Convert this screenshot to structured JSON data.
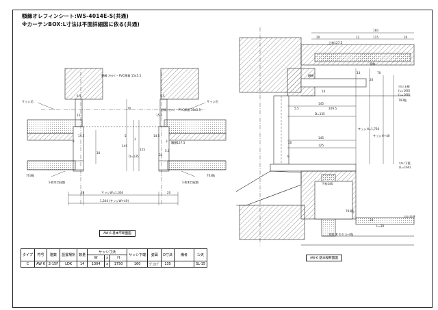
{
  "header": {
    "title1": "額縁オレフィンシート:WS-4014E-S(共通)",
    "title2": "※カーテンBOX:L寸法は平面詳細図に依る(共通)"
  },
  "plan": {
    "label_sash_left": "サッシ芯",
    "label_sash_right": "サッシ芯",
    "label_ctc": "野縁 ﾌﾗｯﾄﾊﾞｰ PVC厚板 15x5.5",
    "label_ctc_r": "野縁 ﾌﾗｯﾄﾊﾞｰ PVC厚板 15x5.5",
    "dims": [
      "5.5",
      "15",
      "15.5",
      "5.5",
      "70",
      "14.5",
      "3",
      "14.5",
      "3",
      "145",
      "D=135",
      "3",
      "125",
      "10",
      "5.5",
      "5",
      "35",
      "積層127.5"
    ],
    "label_703_left": "703貼",
    "label_703_right": "703貼",
    "label_bottom_left": "下枠木口化粧",
    "label_bottom_right": "下枠木口化粧",
    "sash_w": "サッシW=1,304",
    "total_w": "1,344 (サッシW+40)",
    "dim20a": "20",
    "dim20b": "20",
    "caption": "AW-6 基本平断面図"
  },
  "section": {
    "dims": [
      "160",
      "20",
      "12",
      "115",
      "20",
      "上枠127.5",
      "10",
      "145",
      "5.5",
      "109.5",
      "D=135",
      "145",
      "125",
      "20",
      "13",
      "70",
      "20"
    ],
    "labels": [
      "額縁",
      "窓枠",
      "ﾂｸﾙﾐ上框",
      "(L=160)",
      "(L=160)",
      "703貼",
      "サッシH=1,750",
      "サッシH+40",
      "B",
      "ﾂｸﾙﾐ下框",
      "(L=160)",
      "下枠140",
      "703貼",
      "木枠 木 ｵﾚﾌｨﾝｼｰﾄ貼",
      "20",
      "L=30",
      "ﾂｸﾙﾐ天井"
    ],
    "caption": "AW-6 基本縦断面図"
  },
  "table": {
    "headers": [
      "タイプ",
      "符号",
      "階数",
      "設置場所",
      "数量",
      "サッシ寸法",
      "サッシ下端",
      "姿図",
      "D寸法",
      "備考",
      "ｺﾝ天"
    ],
    "subheaders": [
      "W",
      "x",
      "H"
    ],
    "row": [
      "C",
      "AW 6",
      "2-15F",
      "LDK",
      "14",
      "1304",
      "x",
      "1750",
      "160",
      "ﾃﾞｺﾗﾌﾞ",
      "135",
      "",
      "SL-15"
    ]
  }
}
